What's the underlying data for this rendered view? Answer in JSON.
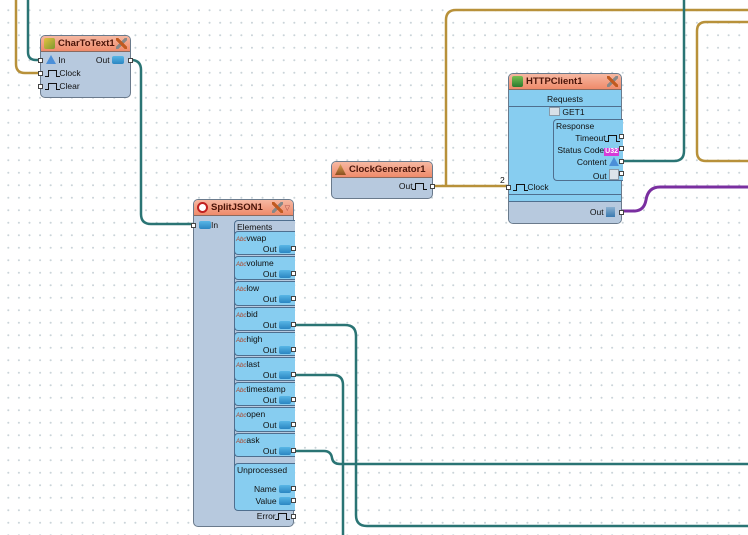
{
  "colors": {
    "wire_clock": "#b8913a",
    "wire_text": "#2a7474",
    "wire_data": "#7a2fa0",
    "header_start": "#f6b8a2",
    "header_end": "#ef8a6a",
    "body_grey": "#b7c9de",
    "body_blue": "#87cdf0",
    "u32_badge": "#d63bd8"
  },
  "components": {
    "chartotext": {
      "title": "CharToText1",
      "icon": "chartotext-icon",
      "inputs": [
        {
          "label": "In",
          "icon": "char-icon"
        },
        {
          "label": "Clock",
          "icon": "clock-icon"
        },
        {
          "label": "Clear",
          "icon": "clock-icon"
        }
      ],
      "output": {
        "label": "Out",
        "icon": "text-icon"
      }
    },
    "clockgen": {
      "title": "ClockGenerator1",
      "icon": "clockgen-icon",
      "output": {
        "label": "Out",
        "icon": "clock-icon"
      }
    },
    "httpclient": {
      "title": "HTTPClient1",
      "icon": "http-icon",
      "requests_label": "Requests",
      "request_item": "GET1",
      "response_label": "Response",
      "response_pins": [
        {
          "label": "Timeout",
          "icon": "clock-icon"
        },
        {
          "label": "Status Code",
          "badge": "U32"
        },
        {
          "label": "Content",
          "icon": "char-icon"
        },
        {
          "label": "Out",
          "icon": "object-icon"
        }
      ],
      "clock_input": {
        "label": "Clock",
        "wire_count": "2"
      },
      "output": {
        "label": "Out",
        "icon": "client-icon"
      }
    },
    "splitjson": {
      "title": "SplitJSON1",
      "icon": "splitjson-icon",
      "input": {
        "label": "In"
      },
      "elements_label": "Elements",
      "elements": [
        {
          "name": "vwap",
          "out": "Out",
          "type": "Abc"
        },
        {
          "name": "volume",
          "out": "Out",
          "type": "Abc"
        },
        {
          "name": "low",
          "out": "Out",
          "type": "Abc"
        },
        {
          "name": "bid",
          "out": "Out",
          "type": "Abc"
        },
        {
          "name": "high",
          "out": "Out",
          "type": "Abc"
        },
        {
          "name": "last",
          "out": "Out",
          "type": "Abc"
        },
        {
          "name": "timestamp",
          "out": "Out",
          "type": "Abc"
        },
        {
          "name": "open",
          "out": "Out",
          "type": "Abc"
        },
        {
          "name": "ask",
          "out": "Out",
          "type": "Abc"
        }
      ],
      "unprocessed_label": "Unprocessed",
      "unprocessed_pins": [
        {
          "label": "Name"
        },
        {
          "label": "Value"
        }
      ],
      "error_label": "Error"
    }
  }
}
